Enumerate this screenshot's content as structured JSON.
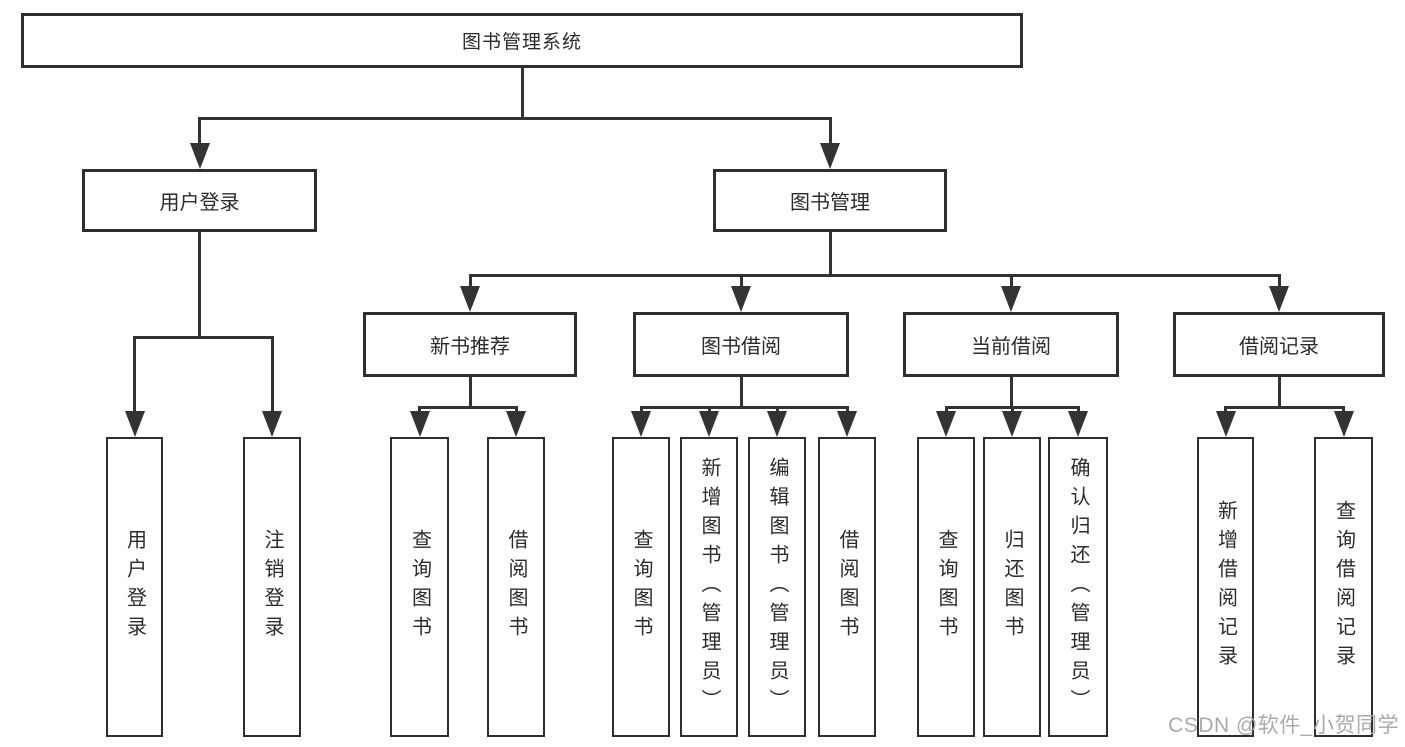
{
  "diagram": {
    "root": {
      "label": "图书管理系统"
    },
    "level2": [
      {
        "label": "用户登录"
      },
      {
        "label": "图书管理"
      }
    ],
    "level3": [
      {
        "label": "新书推荐"
      },
      {
        "label": "图书借阅"
      },
      {
        "label": "当前借阅"
      },
      {
        "label": "借阅记录"
      }
    ],
    "level4": [
      {
        "label": "用户登录"
      },
      {
        "label": "注销登录"
      },
      {
        "label": "查询图书"
      },
      {
        "label": "借阅图书"
      },
      {
        "label": "查询图书"
      },
      {
        "label": "新增图书（管理员）"
      },
      {
        "label": "编辑图书（管理员）"
      },
      {
        "label": "借阅图书"
      },
      {
        "label": "查询图书"
      },
      {
        "label": "归还图书"
      },
      {
        "label": "确认归还（管理员）"
      },
      {
        "label": "新增借阅记录"
      },
      {
        "label": "查询借阅记录"
      }
    ]
  },
  "watermark": {
    "text": "CSDN @软件_小贺同学"
  },
  "colors": {
    "line": "#333333",
    "box_border": "#2e2e2e",
    "text": "#2b2b2b",
    "watermark": "#aaaaaa",
    "background": "#ffffff"
  }
}
